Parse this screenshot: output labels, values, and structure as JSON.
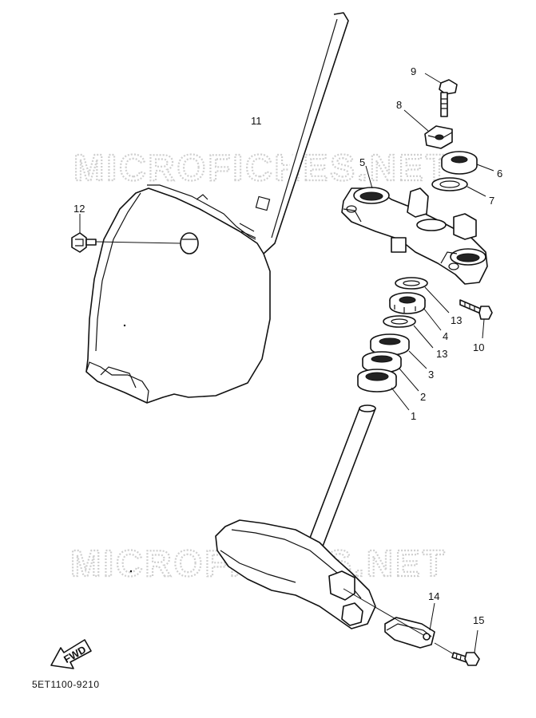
{
  "watermark": "MICROFICHES.NET",
  "diagram_code": "5ET1100-9210",
  "fwd_label": "FWD",
  "callouts": {
    "c1": "1",
    "c2": "2",
    "c3": "3",
    "c4": "4",
    "c5": "5",
    "c6": "6",
    "c7": "7",
    "c8": "8",
    "c9": "9",
    "c10": "10",
    "c11": "11",
    "c12": "12",
    "c13a": "13",
    "c13b": "13",
    "c14": "14",
    "c15": "15"
  }
}
